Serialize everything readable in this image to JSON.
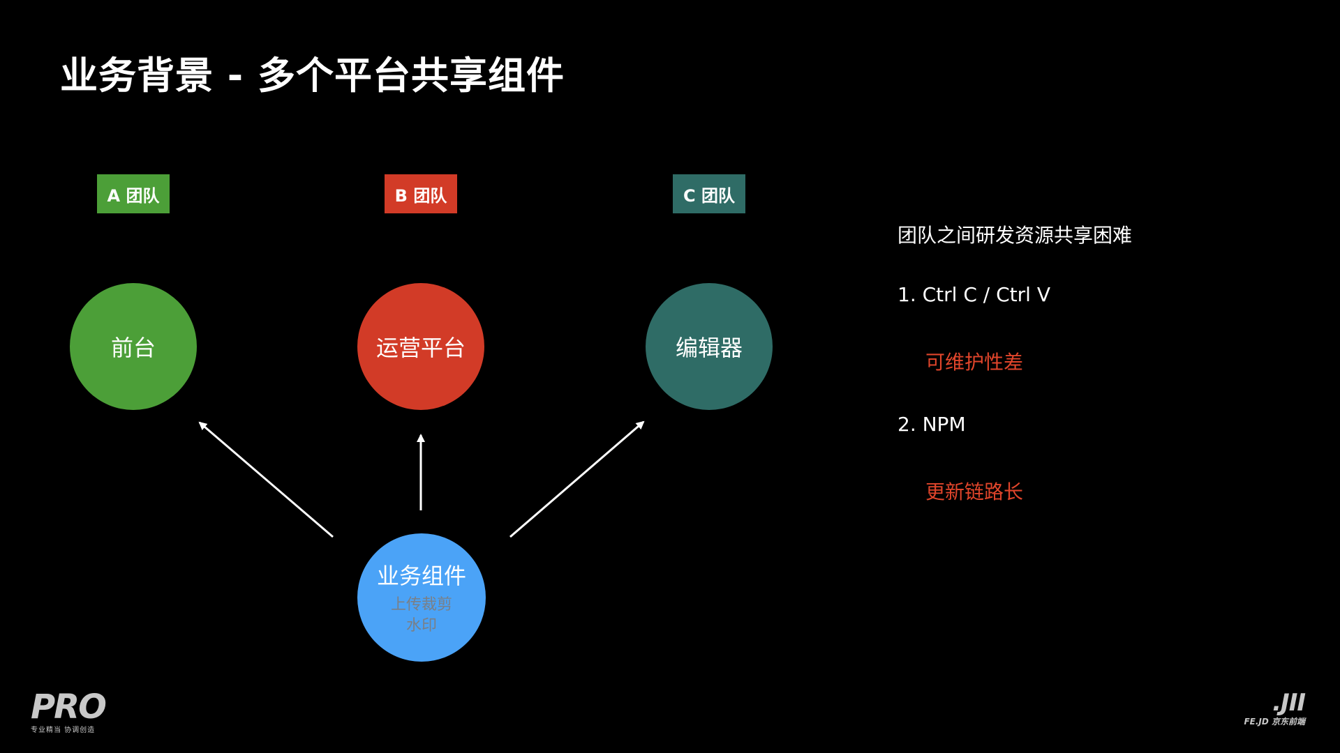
{
  "title": "业务背景 - 多个平台共享组件",
  "teams": [
    {
      "tag": "A 团队",
      "node": "前台",
      "color": "#4c9f38"
    },
    {
      "tag": "B 团队",
      "node": "运营平台",
      "color": "#d23b27"
    },
    {
      "tag": "C 团队",
      "node": "编辑器",
      "color": "#2f6c66"
    }
  ],
  "center": {
    "label": "业务组件",
    "sub": [
      "上传裁剪",
      "水印"
    ],
    "color": "#4ba3f7"
  },
  "notes": {
    "heading": "团队之间研发资源共享困难",
    "item1": "1. Ctrl C / Ctrl V",
    "item1_detail": "可维护性差",
    "item2": "2. NPM",
    "item2_detail": "更新链路长"
  },
  "logos": {
    "left": "PRO",
    "left_sub": "专业精当 协调创造",
    "right": ".JII",
    "right_sub": "FE.JD 京东前端"
  }
}
